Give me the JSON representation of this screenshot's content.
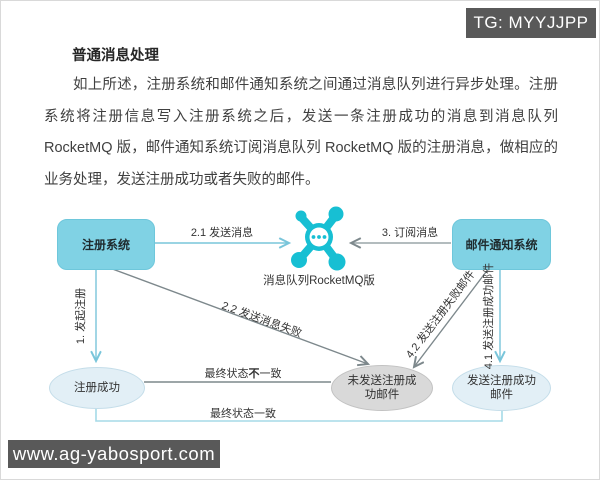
{
  "badges": {
    "tg": "TG: MYYJJPP",
    "site": "www.ag-yabosport.com"
  },
  "article": {
    "title": "普通消息处理",
    "paragraph": "如上所述，注册系统和邮件通知系统之间通过消息队列进行异步处理。注册系统将注册信息写入注册系统之后，发送一条注册成功的消息到消息队列 RocketMQ 版，邮件通知系统订阅消息队列 RocketMQ 版的注册消息，做相应的业务处理，发送注册成功或者失败的邮件。"
  },
  "diagram": {
    "nodes": {
      "register_system": "注册系统",
      "email_system": "邮件通知系统",
      "mq_label": "消息队列RocketMQ版",
      "register_success": "注册成功",
      "email_not_sent_line1": "未发送注册成",
      "email_not_sent_line2": "功邮件",
      "email_sent_line1": "发送注册成功",
      "email_sent_line2": "邮件"
    },
    "edges": {
      "e1": "1. 发起注册",
      "e21": "2.1 发送消息",
      "e22": "2.2 发送消息失败",
      "e3": "3. 订阅消息",
      "e41": "4.1 发送注册成功邮件",
      "e42": "4.2 发送注册失败邮件",
      "final_mismatch_prefix": "最终状态",
      "final_mismatch_bold": "不",
      "final_mismatch_suffix": "一致",
      "final_match": "最终状态一致"
    },
    "colors": {
      "node_fill": "#80d2e4",
      "node_border": "#6ec7db",
      "mq_icon": "#17bfd3",
      "light_ellipse_fill": "#e2eff6",
      "gray_ellipse_fill": "#d9d9d9",
      "teal_arrow": "#79c5da",
      "gray_arrow": "#7d888c",
      "final_match_line": "#a5dae7",
      "badge_bg": "#595959"
    }
  }
}
